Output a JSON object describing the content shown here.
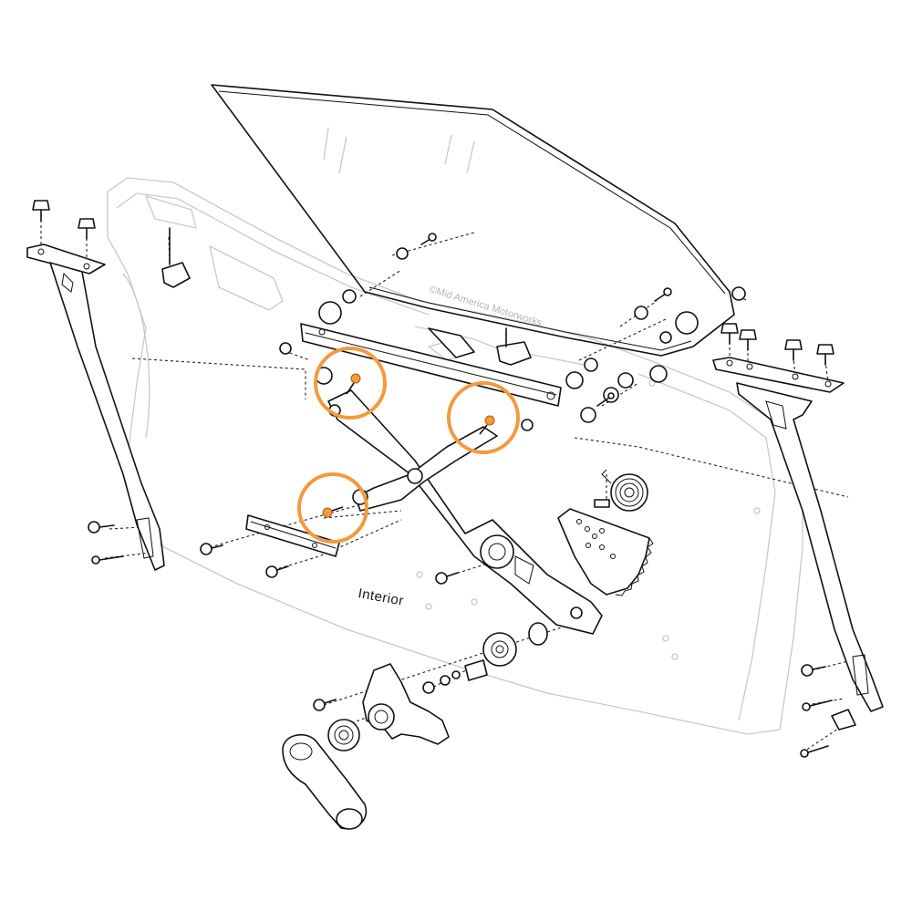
{
  "labels": {
    "interior": "Interior",
    "watermark": "©Mid America Motorworks"
  },
  "colors": {
    "highlight": "#f39a3d",
    "line": "#111111",
    "ghost": "#c9c9c9",
    "background": "#ffffff"
  },
  "callouts": [
    {
      "name": "highlighted-bolt-upper-left"
    },
    {
      "name": "highlighted-bolt-upper-right"
    },
    {
      "name": "highlighted-bolt-lower"
    }
  ]
}
